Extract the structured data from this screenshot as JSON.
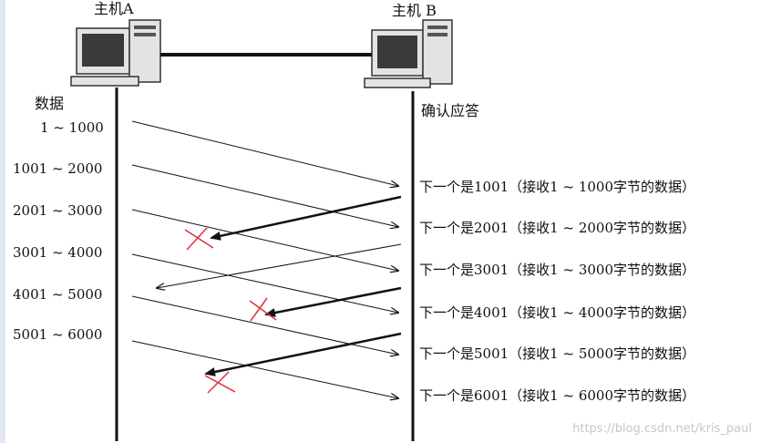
{
  "hosts": {
    "a_label": "主机A",
    "b_label": "主机 B"
  },
  "headers": {
    "data_label": "数据",
    "ack_label": "确认应答"
  },
  "segments": [
    {
      "label": "1 ~ 1000",
      "lost": false
    },
    {
      "label": "1001 ~ 2000",
      "lost": false
    },
    {
      "label": "2001 ~ 3000",
      "lost": false
    },
    {
      "label": "3001 ~ 4000",
      "lost": false
    },
    {
      "label": "4001 ~ 5000",
      "lost": false
    },
    {
      "label": "5001 ~ 6000",
      "lost": false
    }
  ],
  "acks": [
    {
      "label": "下一个是1001（接收1 ~ 1000字节的数据）",
      "lost": false
    },
    {
      "label": "下一个是2001（接收1 ~ 2000字节的数据）",
      "lost": true
    },
    {
      "label": "下一个是3001（接收1 ~ 3000字节的数据）",
      "lost": false
    },
    {
      "label": "下一个是4001（接收1 ~ 4000字节的数据）",
      "lost": true
    },
    {
      "label": "下一个是5001（接收1 ~ 5000字节的数据）",
      "lost": true
    },
    {
      "label": "下一个是6001（接收1 ~ 6000字节的数据）",
      "lost": false
    }
  ],
  "watermark": "https://blog.csdn.net/kris_paul",
  "colors": {
    "line": "#111111",
    "lost_mark": "#e0303a",
    "monitor_body": "#e3e3e3",
    "monitor_screen": "#3a3a3a",
    "left_stripe": "#dfe6ee"
  },
  "icons": {
    "host_a": "desktop-computer-icon",
    "host_b": "desktop-computer-icon",
    "lost": "x-mark-icon"
  }
}
